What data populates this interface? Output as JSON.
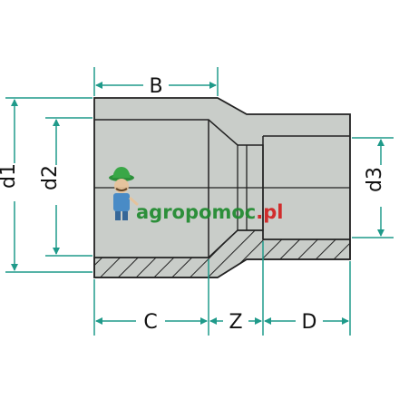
{
  "dimensions": {
    "B": "B",
    "C": "C",
    "Z": "Z",
    "D": "D",
    "d1": "d1",
    "d2": "d2",
    "d3": "d3"
  },
  "watermark": {
    "text_prefix": "agropomoc",
    "text_suffix": ".pl",
    "primary_color": "#1f8a2e",
    "accent_color": "#d21f1f"
  },
  "colors": {
    "body_fill": "#c9cdc9",
    "outline": "#222222",
    "dimension_line": "#1f9a8a",
    "hatch": "#222222"
  }
}
